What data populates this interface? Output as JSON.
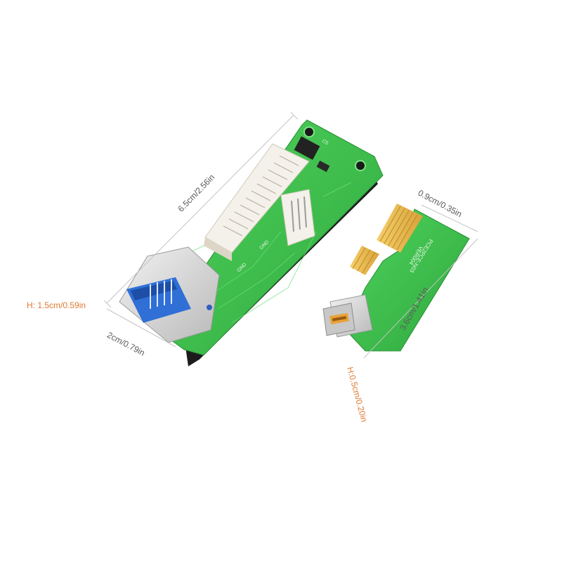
{
  "dimensions": {
    "large_length": "6.5cm/2.56in",
    "large_height": "H: 1.5cm/0.59in",
    "large_width": "2cm/0.79in",
    "small_width": "0.9cm/0.35in",
    "small_length": "3.6cm/1.41in",
    "small_height": "H:0.5cm/0.20in"
  },
  "board_markings": {
    "small_board_part_number": "PCE2PCE-N03",
    "small_board_version": "VER004",
    "large_board_pin_1": "GND",
    "large_board_pin_2": "GND",
    "large_board_cap": "C5"
  },
  "colors": {
    "pcb_green": "#3fbf4d",
    "pcb_dark": "#2a9a38",
    "gold": "#e7b84a",
    "usb_blue": "#2f6fd6",
    "slot_white": "#f4f1ea",
    "foam_black": "#1c1c1c",
    "label_gray": "#5a5a5a",
    "label_orange": "#e07a30"
  }
}
